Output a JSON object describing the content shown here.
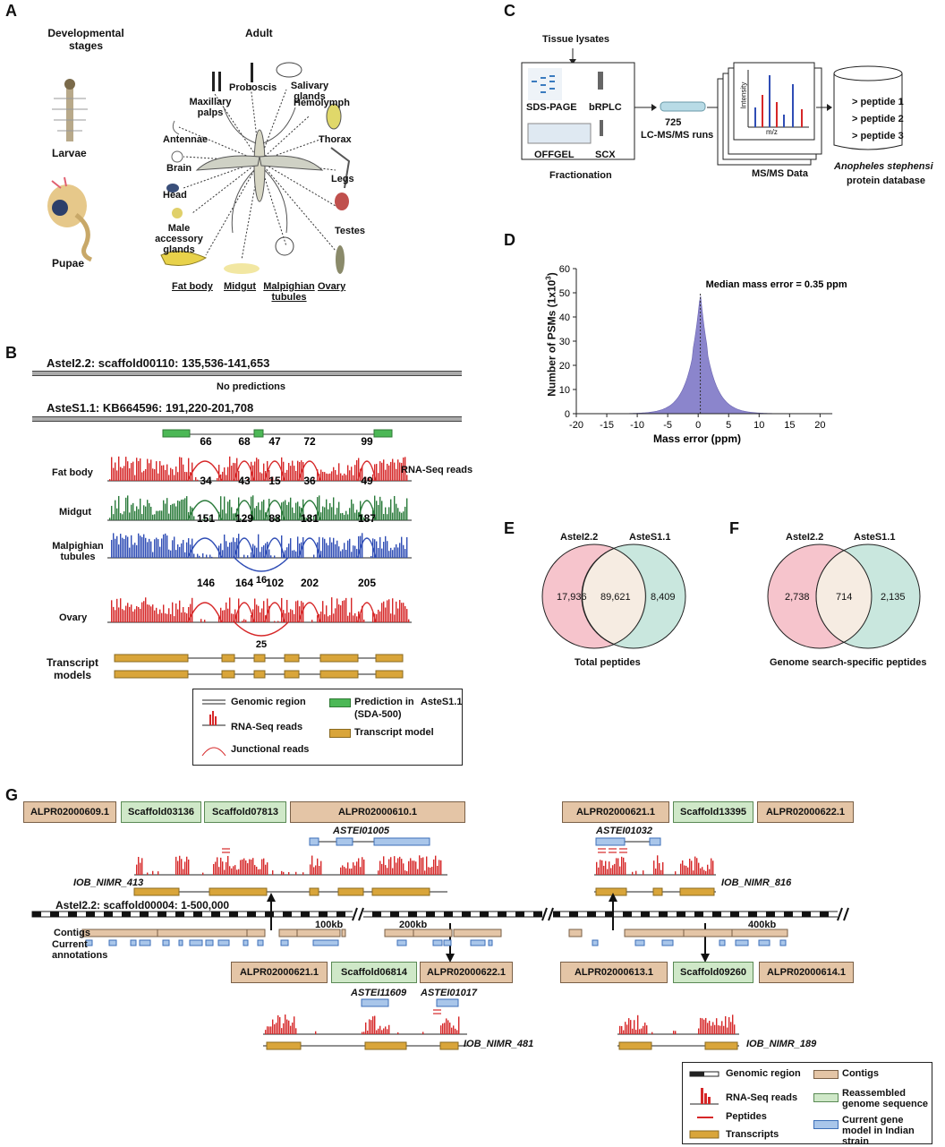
{
  "panels": {
    "A": "A",
    "B": "B",
    "C": "C",
    "D": "D",
    "E": "E",
    "F": "F",
    "G": "G"
  },
  "panelA": {
    "dev_title": "Developmental stages",
    "adult_title": "Adult",
    "larvae": "Larvae",
    "pupae": "Pupae",
    "tissues": [
      "Maxillary palps",
      "Proboscis",
      "Salivary glands",
      "Hemolymph",
      "Thorax",
      "Legs",
      "Testes",
      "Ovary",
      "Malpighian tubules",
      "Midgut",
      "Fat body",
      "Male accessory glands",
      "Head",
      "Brain",
      "Antennae"
    ]
  },
  "panelB": {
    "region1": "AsteI2.2: scaffold00110: 135,536-141,653",
    "no_pred": "No predictions",
    "region2": "AsteS1.1: KB664596: 191,220-201,708",
    "tracks": [
      {
        "name": "Fat body",
        "color": "#d62728",
        "counts": [
          "66",
          "68",
          "47",
          "72",
          "99"
        ],
        "extra": ""
      },
      {
        "name": "Midgut",
        "color": "#2a7a3a",
        "counts": [
          "34",
          "43",
          "15",
          "36",
          "49"
        ],
        "extra": ""
      },
      {
        "name": "Malpighian tubules",
        "color": "#2f4db5",
        "counts": [
          "151",
          "129",
          "88",
          "181",
          "187"
        ],
        "extra": "16"
      },
      {
        "name": "Ovary",
        "color": "#d62728",
        "counts": [
          "146",
          "164",
          "102",
          "202",
          "205"
        ],
        "extra": "25"
      }
    ],
    "rnaseq_label": "RNA-Seq reads",
    "transcript_label": "Transcript models",
    "legend": {
      "genomic": "Genomic region",
      "rnaseq": "RNA-Seq reads",
      "junction": "Junctional reads",
      "prediction": "Prediction in",
      "prediction2": "(SDA-500)",
      "prediction_src": "AsteS1.1",
      "transcript": "Transcript model"
    }
  },
  "panelC": {
    "tissue": "Tissue lysates",
    "sds": "SDS-PAGE",
    "brplc": "bRPLC",
    "offgel": "OFFGEL",
    "scx": "SCX",
    "fractionation": "Fractionation",
    "runs_n": "725",
    "runs": "LC-MS/MS runs",
    "msms": "MS/MS Data",
    "intensity": "Intensity",
    "mz": "m/z",
    "db_items": [
      "> peptide 1",
      "> peptide 2",
      "> peptide 3"
    ],
    "db_species": "Anopheles stephensi",
    "db_label": "protein database"
  },
  "chart_data": {
    "type": "area",
    "title": "",
    "annotation": "Median mass error = 0.35 ppm",
    "xlabel": "Mass error (ppm)",
    "ylabel": "Number of PSMs (1x10",
    "ylabel_sup": "3",
    "ylabel_end": ")",
    "xlim": [
      -20,
      22
    ],
    "ylim": [
      0,
      60
    ],
    "xticks": [
      "-20",
      "-15",
      "-10",
      "-5",
      "0",
      "5",
      "10",
      "15",
      "20"
    ],
    "yticks": [
      "0",
      "10",
      "20",
      "30",
      "40",
      "50",
      "60"
    ],
    "median": 0.35,
    "peak": 50,
    "color": "#8b85cc"
  },
  "panelE": {
    "left": "AsteI2.2",
    "right": "AsteS1.1",
    "left_n": "17,936",
    "both_n": "89,621",
    "right_n": "8,409",
    "caption": "Total peptides"
  },
  "panelF": {
    "left": "AsteI2.2",
    "right": "AsteS1.1",
    "left_n": "2,738",
    "both_n": "714",
    "right_n": "2,135",
    "caption": "Genome search-specific peptides"
  },
  "panelG": {
    "top_left": [
      "ALPR02000609.1",
      "Scaffold03136",
      "Scaffold07813",
      "ALPR02000610.1"
    ],
    "top_right": [
      "ALPR02000621.1",
      "Scaffold13395",
      "ALPR02000622.1"
    ],
    "gene1": "ASTEI01005",
    "gene2": "ASTEI01032",
    "iob1": "IOB_NIMR_413",
    "iob2": "IOB_NIMR_816",
    "scaffold": "AsteI2.2: scaffold00004: 1-500,000",
    "kb100": "100kb",
    "kb200": "200kb",
    "kb400": "400kb",
    "contigs": "Contigs",
    "current": "Current annotations",
    "bot_left": [
      "ALPR02000621.1",
      "Scaffold06814",
      "ALPR02000622.1"
    ],
    "bot_right": [
      "ALPR02000613.1",
      "Scaffold09260",
      "ALPR02000614.1"
    ],
    "gene3": "ASTEI11609",
    "gene4": "ASTEI01017",
    "iob3": "IOB_NIMR_481",
    "iob4": "IOB_NIMR_189",
    "legend": {
      "genomic": "Genomic region",
      "rnaseq": "RNA-Seq reads",
      "peptides": "Peptides",
      "transcripts": "Transcripts",
      "contigs": "Contigs",
      "reassembled": "Reassembled genome sequence",
      "current": "Current gene model in Indian strain"
    }
  }
}
